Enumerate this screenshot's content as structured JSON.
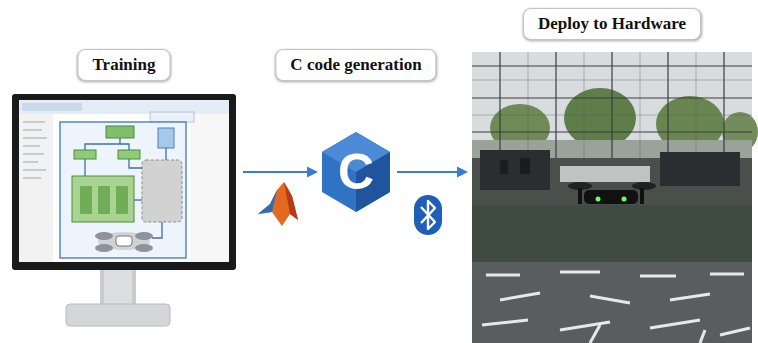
{
  "diagram": {
    "nodes": [
      {
        "text": [
          "Training"
        ]
      },
      {
        "text": [
          "C code generation",
          "C"
        ]
      },
      {
        "text": [
          "Deploy to Hardware"
        ]
      }
    ],
    "edges": [
      {
        "from": 0,
        "to": 1,
        "arrow": "to"
      },
      {
        "from": 1,
        "to": 2,
        "arrow": "to"
      }
    ]
  }
}
